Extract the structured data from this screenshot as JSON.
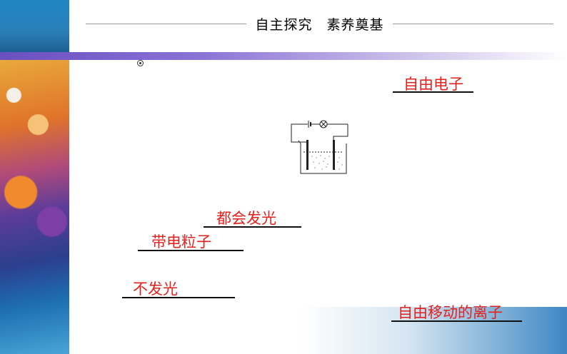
{
  "header": {
    "title": "自主探究　素养奠基"
  },
  "answers": {
    "free_electrons": "自由电子",
    "all_light_up": "都会发光",
    "charged_particles": "带电粒子",
    "no_light": "不发光",
    "free_moving_ions": "自由移动的离子"
  },
  "colors": {
    "answer_text": "#e3211c",
    "accent_blue": "#1f86c4",
    "accent_purple": "#6a4fc0"
  },
  "icons": {
    "bullet": "radio-bullet-icon",
    "circuit": "electrolysis-circuit-diagram"
  }
}
